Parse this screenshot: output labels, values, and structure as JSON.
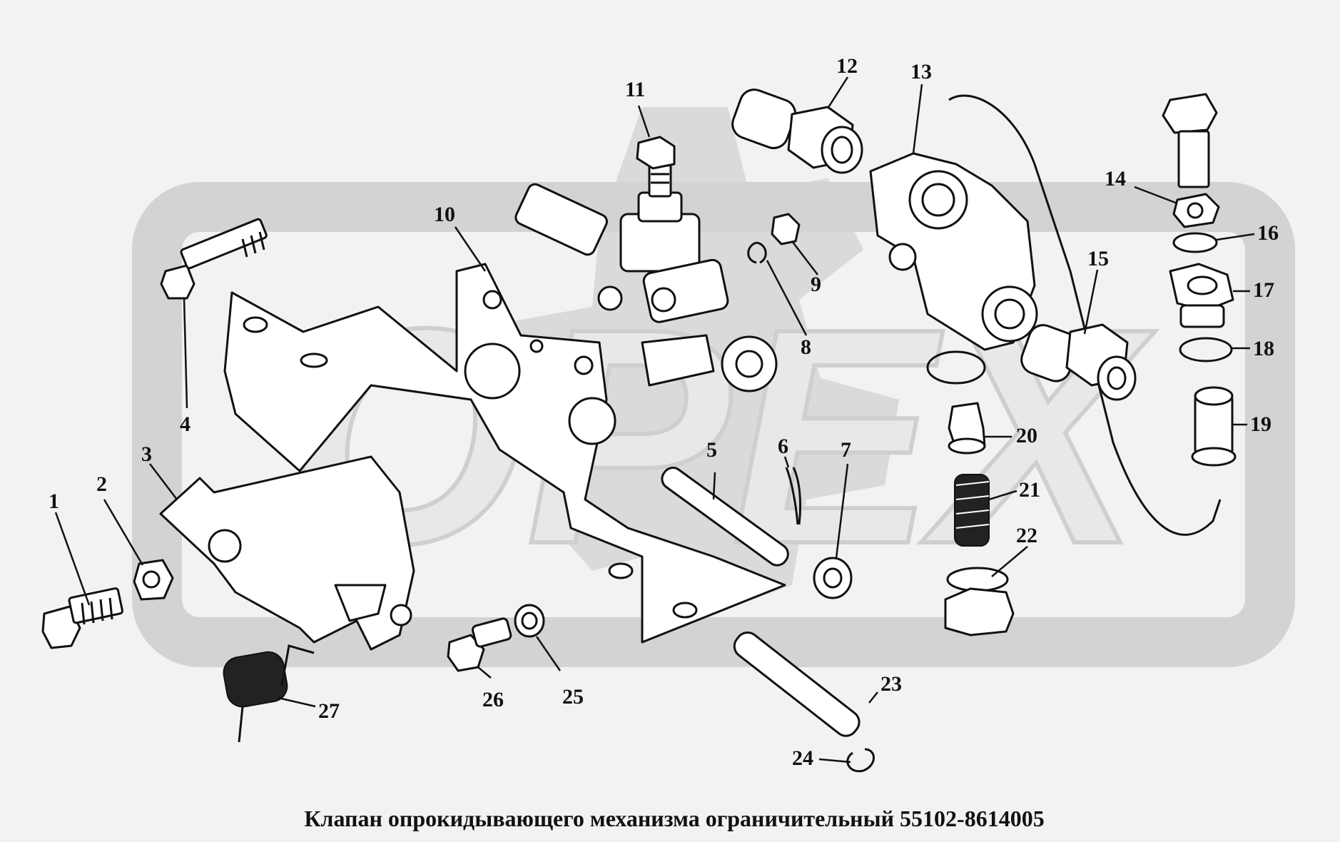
{
  "caption": "Клапан опрокидывающего механизма ограничительный 55102-8614005",
  "watermark": {
    "text": "OPEX",
    "color": "#cfcfcf"
  },
  "callouts": [
    "1",
    "2",
    "3",
    "4",
    "5",
    "6",
    "7",
    "8",
    "9",
    "10",
    "11",
    "12",
    "13",
    "14",
    "15",
    "16",
    "17",
    "18",
    "19",
    "20",
    "21",
    "22",
    "23",
    "24",
    "25",
    "26",
    "27"
  ]
}
